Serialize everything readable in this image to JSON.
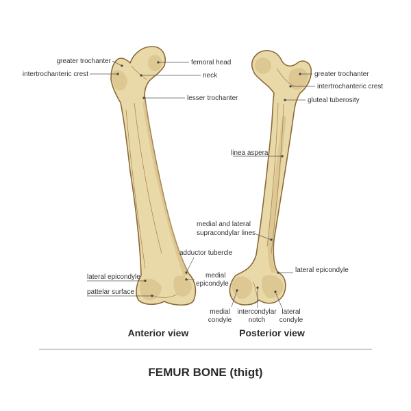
{
  "title": "FEMUR BONE (thigt)",
  "colors": {
    "bone_fill": "#ead9a8",
    "bone_shadow": "#d2b880",
    "bone_outline": "#8a6a38",
    "leader_line": "#555555",
    "text": "#333333"
  },
  "anterior": {
    "caption": "Anterior view",
    "labels": {
      "greater_trochanter": "greater trochanter",
      "intertrochanteric_crest": "intertrochanteric crest",
      "femoral_head": "femoral head",
      "neck": "neck",
      "lesser_trochanter": "lesser trochanter",
      "adductor_tubercle": "adductor tubercle",
      "lateral_epicondyle": "lateral epicondyle",
      "medial_epicondyle_1": "medial",
      "medial_epicondyle_2": "epicondyle",
      "patellar_surface": "pattelar surface"
    }
  },
  "posterior": {
    "caption": "Posterior view",
    "labels": {
      "greater_trochanter": "greater trochanter",
      "intertrochanteric_crest": "intertrochanteric crest",
      "gluteal_tuberosity": "gluteal tuberosity",
      "linea_aspera": "linea aspera",
      "supracondylar_1": "medial and lateral",
      "supracondylar_2": "supracondylar lines",
      "lateral_epicondyle": "lateral epicondyle",
      "medial_condyle_1": "medial",
      "medial_condyle_2": "condyle",
      "intercondylar_notch_1": "intercondylar",
      "intercondylar_notch_2": "notch",
      "lateral_condyle_1": "lateral",
      "lateral_condyle_2": "condyle"
    }
  }
}
